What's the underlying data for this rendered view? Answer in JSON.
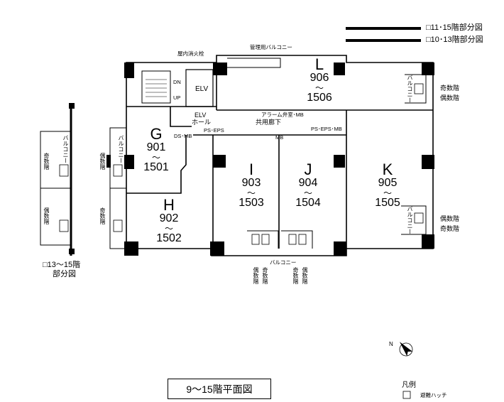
{
  "plan_title": "9〜15階平面図",
  "partial_legends": {
    "floors_11_15": "□11･15階部分図",
    "floors_10_13": "□10･13階部分図",
    "floors_13_15_line1": "□13〜15階",
    "floors_13_15_line2": "部分図"
  },
  "units": [
    {
      "letter": "L",
      "top": "906",
      "tilde": "〜",
      "bottom": "1506"
    },
    {
      "letter": "G",
      "top": "901",
      "tilde": "〜",
      "bottom": "1501"
    },
    {
      "letter": "H",
      "top": "902",
      "tilde": "〜",
      "bottom": "1502"
    },
    {
      "letter": "I",
      "top": "903",
      "tilde": "〜",
      "bottom": "1503"
    },
    {
      "letter": "J",
      "top": "904",
      "tilde": "〜",
      "bottom": "1504"
    },
    {
      "letter": "K",
      "top": "905",
      "tilde": "〜",
      "bottom": "1505"
    }
  ],
  "labels": {
    "indoor_hydrant": "屋内消火栓",
    "mgmt_balcony": "管理用バルコニー",
    "dn": "DN",
    "up": "UP",
    "elv": "ELV",
    "elv_hall_1": "ELV",
    "elv_hall_2": "ホール",
    "alarm_valve": "アラーム弁室･MB",
    "corridor": "共用廊下",
    "ds_mb": "DS･MB",
    "ps_eps": "PS･EPS",
    "mb": "MB",
    "ps_eps_mb": "PS･EPS･MB",
    "balcony": "バルコニー",
    "balcony_vert": "バルコニー",
    "odd_floor": "奇数階",
    "even_floor": "偶数階"
  },
  "legend": {
    "title": "凡例",
    "hatch": "避難ハッチ"
  },
  "compass": {
    "north": "N"
  }
}
